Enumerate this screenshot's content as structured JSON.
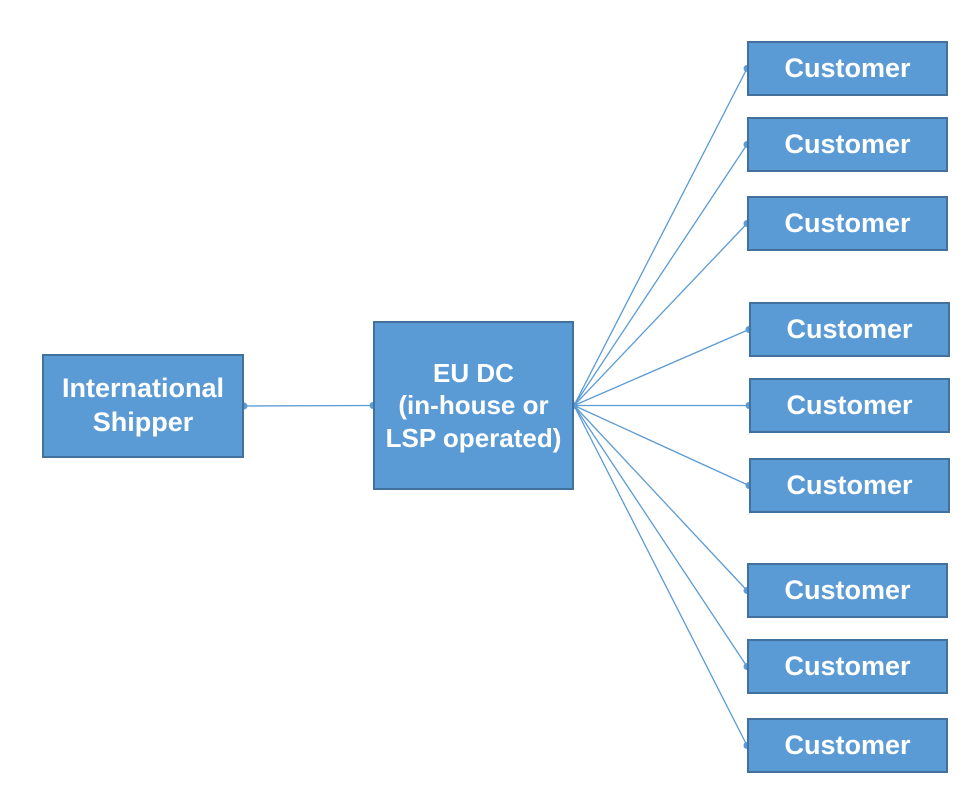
{
  "colors": {
    "box_fill": "#5b9bd5",
    "box_border": "#41719c",
    "connector": "#5b9bd5",
    "text": "#ffffff"
  },
  "nodes": {
    "shipper": {
      "line1": "International",
      "line2": "Shipper"
    },
    "eu_dc": {
      "line1": "EU DC",
      "line2": "(in-house or",
      "line3": "LSP operated)"
    },
    "customers": [
      "Customer",
      "Customer",
      "Customer",
      "Customer",
      "Customer",
      "Customer",
      "Customer",
      "Customer",
      "Customer"
    ]
  }
}
